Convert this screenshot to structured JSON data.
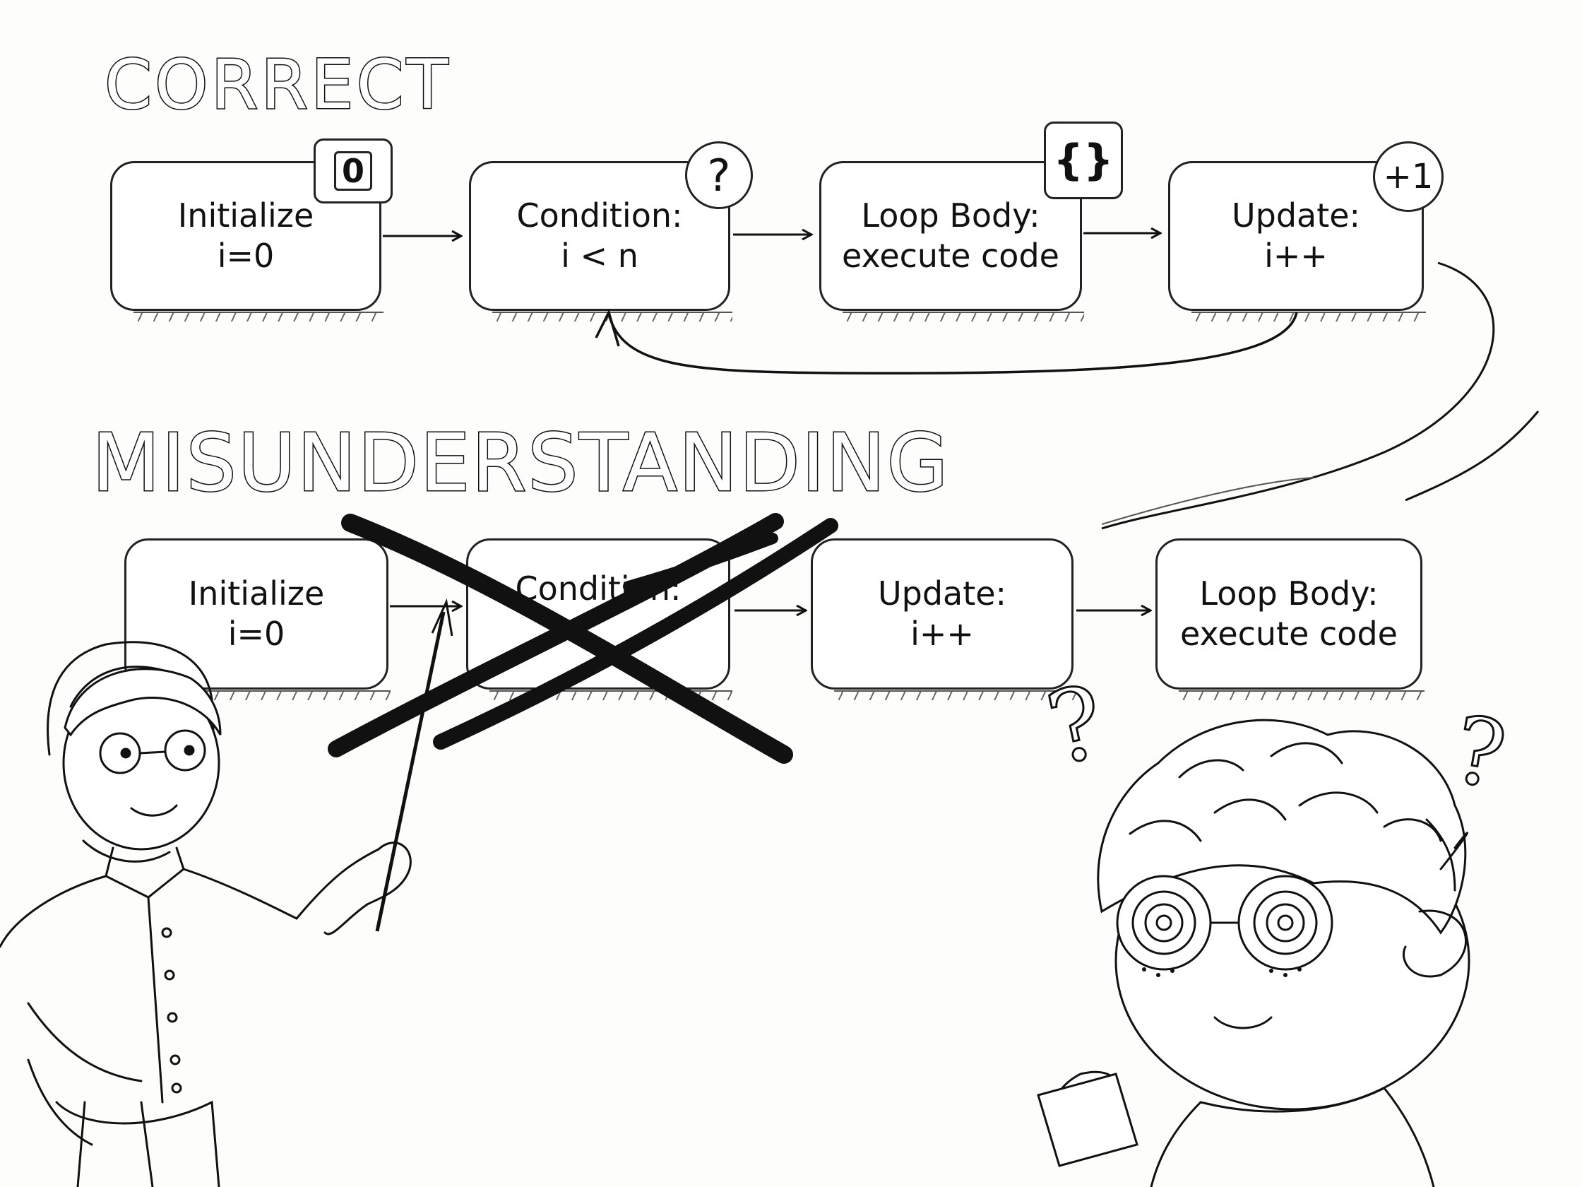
{
  "correct": {
    "title": "CORRECT",
    "steps": [
      {
        "label": "Initialize",
        "value": "i=0",
        "badge": "0",
        "badge_icon": "counter-icon"
      },
      {
        "label": "Condition:",
        "value": "i < n",
        "badge": "?",
        "badge_icon": "question-icon"
      },
      {
        "label": "Loop Body:",
        "value": "execute code",
        "badge": "{}",
        "badge_icon": "braces-icon"
      },
      {
        "label": "Update:",
        "value": "i++",
        "badge": "+1",
        "badge_icon": "plus-one-icon"
      }
    ]
  },
  "misunderstanding": {
    "title": "MISUNDERSTANDING",
    "steps": [
      {
        "label": "Initialize",
        "value": "i=0"
      },
      {
        "label": "Condition:",
        "value": ""
      },
      {
        "label": "Update:",
        "value": "i++"
      },
      {
        "label": "Loop Body:",
        "value": "execute code"
      }
    ]
  },
  "decorations": {
    "student_question_marks": [
      "?",
      "?"
    ]
  }
}
